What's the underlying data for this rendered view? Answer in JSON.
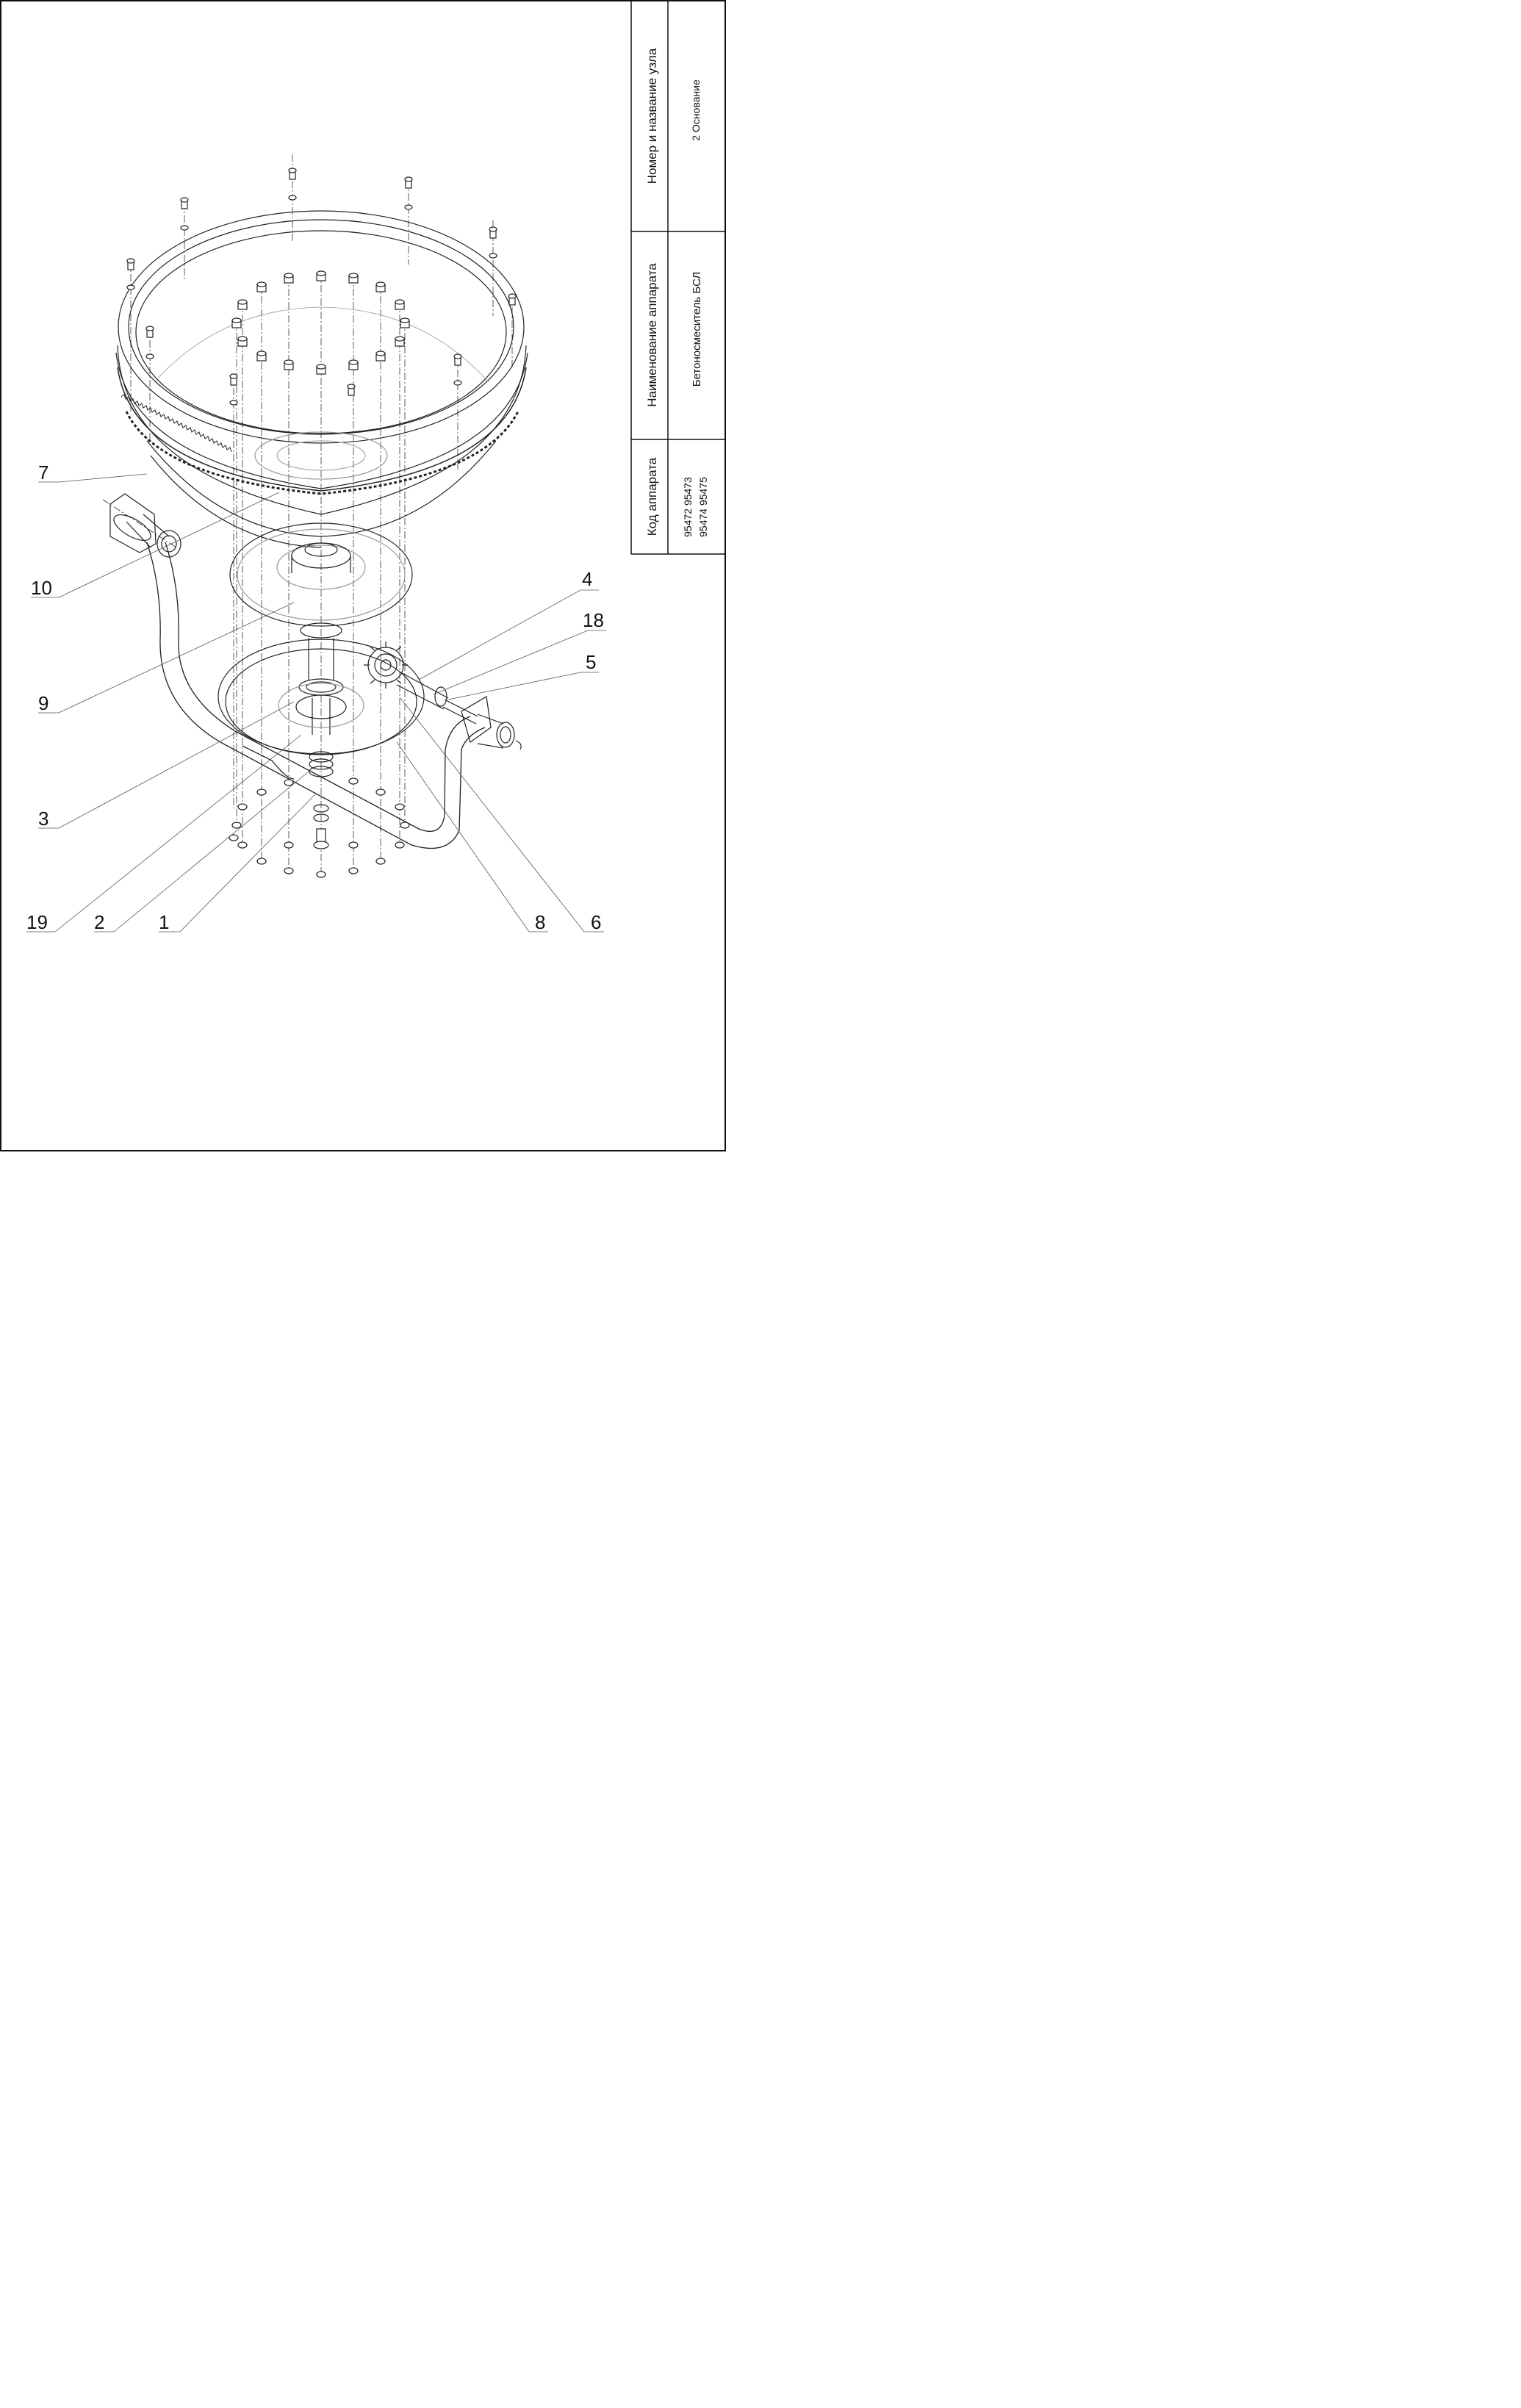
{
  "title_block": {
    "node_header": "Номер и название узла",
    "node_value": "2 Основание",
    "device_name_header": "Наименование аппарата",
    "device_name_value": "Бетоносмеситель БСЛ",
    "device_code_header": "Код аппарата",
    "device_code_line1": "95472 95473",
    "device_code_line2": "95474 95475"
  },
  "callouts": [
    {
      "id": "7",
      "label": "7"
    },
    {
      "id": "10",
      "label": "10"
    },
    {
      "id": "9",
      "label": "9"
    },
    {
      "id": "3",
      "label": "3"
    },
    {
      "id": "19",
      "label": "19"
    },
    {
      "id": "2",
      "label": "2"
    },
    {
      "id": "1",
      "label": "1"
    },
    {
      "id": "8",
      "label": "8"
    },
    {
      "id": "6",
      "label": "6"
    },
    {
      "id": "4",
      "label": "4"
    },
    {
      "id": "18",
      "label": "18"
    },
    {
      "id": "5",
      "label": "5"
    }
  ]
}
